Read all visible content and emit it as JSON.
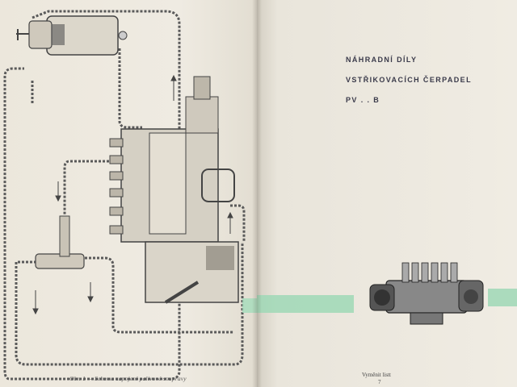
{
  "left_page": {
    "caption": "Obr. 1 — Schema zapojení palivové soupravy"
  },
  "right_page": {
    "title_lines": [
      "NÁHRADNÍ DÍLY",
      "VSTŘIKOVACÍCH ČERPADEL",
      "PV . . B"
    ],
    "footer_note": "Vyměnit listt",
    "page_number": "7"
  },
  "colors": {
    "paper": "#efebe2",
    "ink": "#3a3a4a",
    "green_band": "#9fd8b6"
  }
}
